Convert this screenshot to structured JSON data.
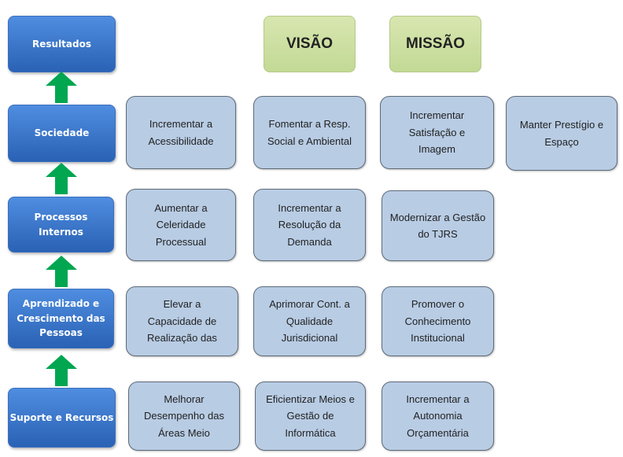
{
  "perspectives": [
    "Resultados",
    "Sociedade",
    "Processos Internos",
    "Aprendizado e Crescimento das Pessoas",
    "Suporte e Recursos"
  ],
  "headers": {
    "vision": "VISÃO",
    "mission": "MISSÃO"
  },
  "objectives": {
    "sociedade": [
      "Incrementar a Acessibilidade",
      "Fomentar a Resp. Social e Ambiental",
      "Incrementar Satisfação e Imagem",
      "Manter Prestígio e Espaço"
    ],
    "processos": [
      "Aumentar a Celeridade Processual",
      "Incrementar a Resolução da Demanda",
      "Modernizar a Gestão do TJRS"
    ],
    "aprendizado": [
      "Elevar a Capacidade de Realização das",
      "Aprimorar Cont. a Qualidade Jurisdicional",
      "Promover o Conhecimento Institucional"
    ],
    "suporte": [
      "Melhorar Desempenho das Áreas Meio",
      "Eficientizar Meios e Gestão de Informática",
      "Incrementar a Autonomia Orçamentária"
    ]
  },
  "colors": {
    "perspective": "#3a74c8",
    "arrow": "#00a650",
    "objective": "#b8cce4",
    "header": "#c8dc9e"
  }
}
